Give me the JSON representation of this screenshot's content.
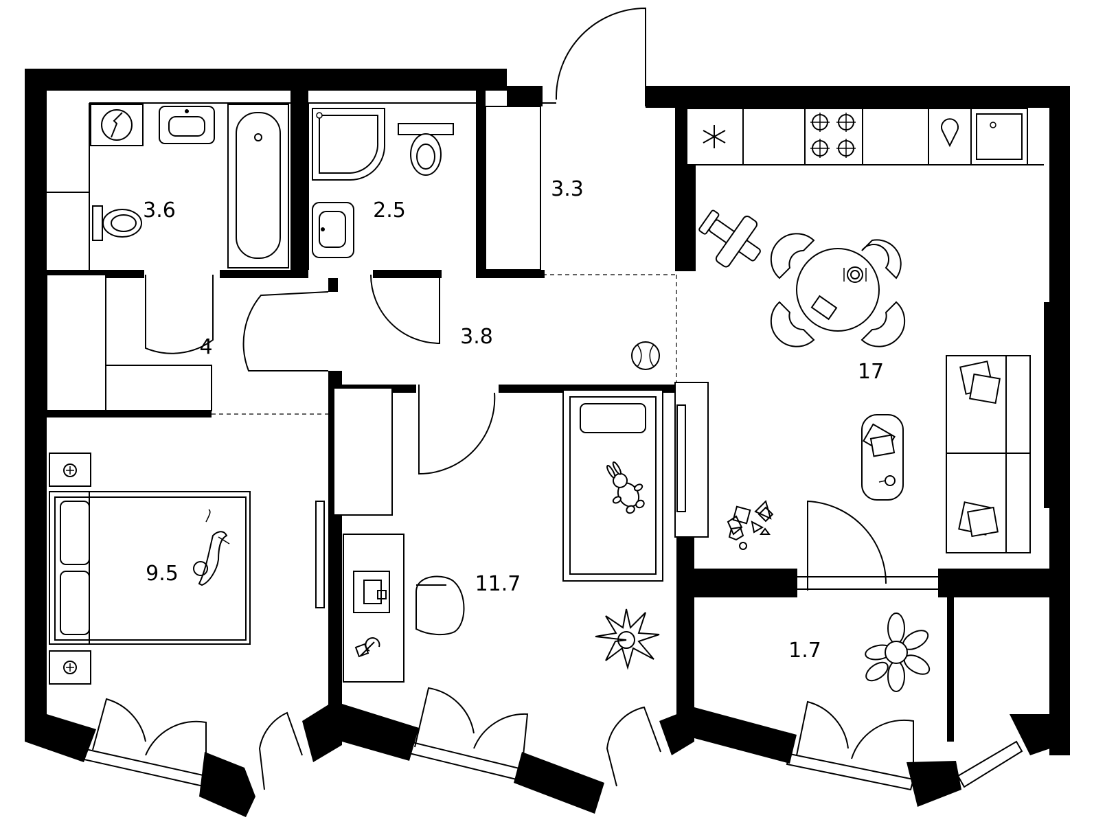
{
  "plan": {
    "rooms": [
      {
        "id": "bathroom",
        "area": "3.6"
      },
      {
        "id": "shower-room",
        "area": "2.5"
      },
      {
        "id": "wardrobe-hall",
        "area": "3.3"
      },
      {
        "id": "entry-hall",
        "area": "4"
      },
      {
        "id": "corridor",
        "area": "3.8"
      },
      {
        "id": "kitchen-living",
        "area": "17"
      },
      {
        "id": "bedroom",
        "area": "9.5"
      },
      {
        "id": "kids-room",
        "area": "11.7"
      },
      {
        "id": "balcony",
        "area": "1.7"
      }
    ],
    "colors": {
      "wall": "#000000",
      "background": "#ffffff",
      "line": "#000000"
    },
    "icons": [
      "washing-machine-icon",
      "sink-icon",
      "bathtub-icon",
      "toilet-icon",
      "shower-tray-icon",
      "fridge-icon",
      "stove-icon",
      "kitchen-sink-icon",
      "dining-table-icon",
      "toy-airplane-icon",
      "ball-icon",
      "sofa-icon",
      "coffee-table-icon",
      "tv-icon",
      "bed-icon",
      "cat-icon",
      "lamp-icon",
      "desk-icon",
      "chair-icon",
      "plant-icon",
      "teddy-bunny-icon",
      "toy-blocks-icon"
    ]
  }
}
